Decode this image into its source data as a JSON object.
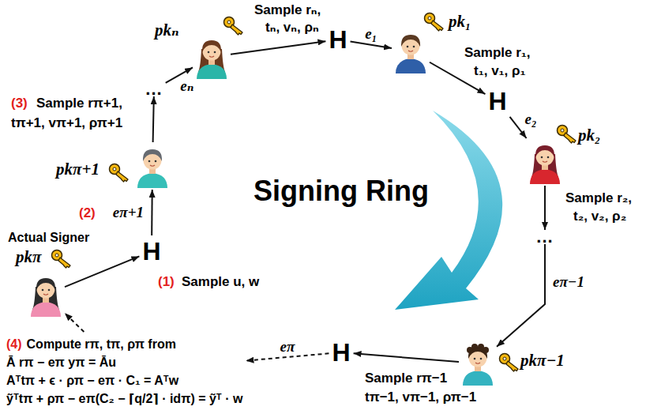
{
  "diagram": {
    "nodes": [
      {
        "text": [
          "pkₙ"
        ]
      },
      {
        "text": [
          "H"
        ]
      },
      {
        "text": [
          "pk₁"
        ]
      },
      {
        "text": [
          "H"
        ]
      },
      {
        "text": [
          "pk₂"
        ]
      },
      {
        "text": [
          "..."
        ]
      },
      {
        "text": [
          "pkπ−1"
        ]
      },
      {
        "text": [
          "H"
        ]
      },
      {
        "text": [
          "Actual Signer",
          "pkπ"
        ]
      },
      {
        "text": [
          "H"
        ]
      },
      {
        "text": [
          "pkπ+1"
        ]
      },
      {
        "text": [
          "..."
        ]
      },
      {
        "text": [
          "(4)",
          "Compute rπ, tπ, ρπ from",
          "Ā rπ − eπ yπ = Āu",
          "Aᵀtπ + ϵ · ρπ − eπ · C₁ = Aᵀw",
          "ỹᵀtπ + ρπ − eπ(C₂ − ⌈q/2⌉ · idπ) = ỹᵀ · w"
        ]
      }
    ],
    "edges": [
      {
        "from": 0,
        "to": 1,
        "arrow": "to"
      },
      {
        "from": 1,
        "to": 2,
        "label": "e₁",
        "arrow": "to"
      },
      {
        "from": 2,
        "to": 3,
        "arrow": "to"
      },
      {
        "from": 3,
        "to": 4,
        "label": "e₂",
        "arrow": "to"
      },
      {
        "from": 4,
        "to": 5,
        "arrow": "to"
      },
      {
        "from": 5,
        "to": 6,
        "label": "eπ−1",
        "arrow": "to"
      },
      {
        "from": 6,
        "to": 7,
        "arrow": "to"
      },
      {
        "from": 7,
        "to": 12,
        "label": "eπ",
        "arrow": "to"
      },
      {
        "from": 12,
        "to": 8,
        "arrow": "to"
      },
      {
        "from": 8,
        "to": 9,
        "arrow": "to"
      },
      {
        "from": 9,
        "to": 10,
        "label": "eπ+1",
        "arrow": "to"
      },
      {
        "from": 10,
        "to": 11,
        "arrow": "to"
      },
      {
        "from": 11,
        "to": 0,
        "label": "eₙ",
        "arrow": "to"
      }
    ],
    "labels": [
      "Sample rₙ,",
      "tₙ, vₙ, ρₙ",
      "Sample r₁,",
      "t₁, v₁, ρ₁",
      "Sample r₂,",
      "t₂, v₂, ρ₂",
      "Sample rπ−1",
      "tπ−1, vπ−1, ρπ−1",
      "(1)",
      "Sample u, w",
      "(2)",
      "(3)",
      "Sample rπ+1,",
      "tπ+1, vπ+1, ρπ+1",
      "Signing Ring"
    ]
  }
}
